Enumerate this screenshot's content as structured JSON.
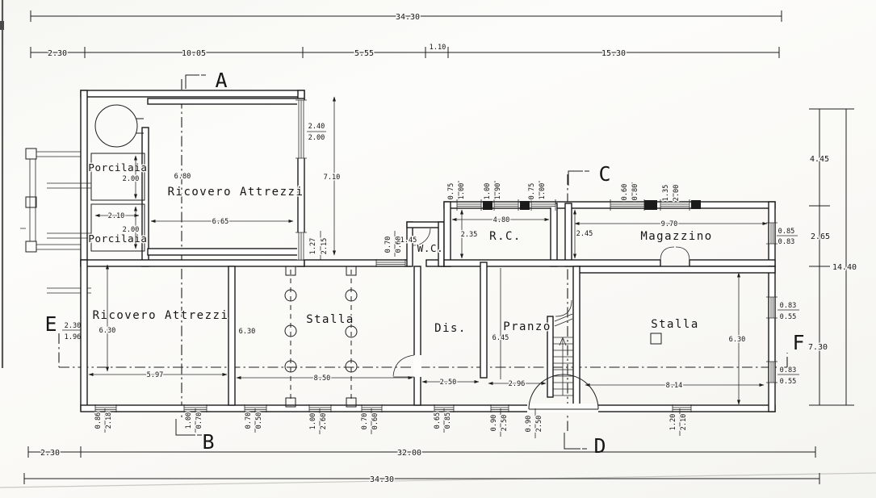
{
  "drawing": {
    "kind": "scanned architectural floor plan",
    "ink": "#1b1b1b",
    "paper": "#faf9f6"
  },
  "sections": {
    "a": "A",
    "b": "B",
    "c": "C",
    "d": "D",
    "e": "E",
    "f": "F",
    "e_dim_top": "2.30",
    "e_dim_bottom": "1.96"
  },
  "rooms": {
    "porcilaia_upper": "Porcilaia",
    "porcilaia_lower": "Porcilaia",
    "ricovero_upper": "Ricovero Attrezzi",
    "ricovero_lower": "Ricovero Attrezzi",
    "stalla_left": "Stalla",
    "stalla_right": "Stalla",
    "dis": "Dis.",
    "pranzo": "Pranzo",
    "rc": "R.C.",
    "wc": "W.C.",
    "magazzino": "Magazzino"
  },
  "dims_top": {
    "total": "34.30",
    "seg1": "2.30",
    "seg2": "10.05",
    "seg3": "5.55",
    "seg4": "1.10",
    "seg5": "15.30"
  },
  "dims_bottom": {
    "seg1": "2.30",
    "inner": "32.00",
    "total": "34.30"
  },
  "dims_right": {
    "seg1": "4.45",
    "seg2": "2.65",
    "seg3": "7.30",
    "total": "14.40"
  },
  "dims_rooms": {
    "porcilaia_upper_h": "2.00",
    "porcilaia_lower_w": "2.10",
    "porcilaia_lower_h": "2.00",
    "ricovero_upper_h": "6.80",
    "ricovero_upper_w": "6.65",
    "left_wall_h": "7.10",
    "wc_w": "1.45",
    "rc_h": "2.35",
    "rc_w": "4.80",
    "corridor_h": "2.45",
    "magazzino_w": "9.70",
    "ricovero_lower_h": "6.30",
    "ricovero_lower_w": "5.97",
    "stalla_left_h": "6.30",
    "stalla_left_w": "8.50",
    "dis_w": "2.50",
    "pranzo_h": "6.45",
    "pranzo_w": "2.96",
    "stalla_right_h": "6.30",
    "stalla_right_w": "8.14"
  },
  "openings": {
    "left_window": {
      "a": "2.40",
      "b": "2.00"
    },
    "left_window2": {
      "a": "1.27",
      "b": "2.15"
    },
    "wc_niche": {
      "a": "0.70",
      "b": "0.60"
    },
    "rc_win1": {
      "a": "0.75",
      "b": "1.00"
    },
    "rc_win2": {
      "a": "1.00",
      "b": "1.90"
    },
    "rc_win3": {
      "a": "0.75",
      "b": "1.00"
    },
    "mag_win1": {
      "a": "0.60",
      "b": "0.80"
    },
    "mag_win2": {
      "a": "1.35",
      "b": "2.00"
    },
    "mag_win_right": {
      "a": "0.85",
      "b": "0.83"
    },
    "stalla_right_win1": {
      "a": "0.83",
      "b": "0.55"
    },
    "stalla_right_win2": {
      "a": "0.83",
      "b": "0.55"
    },
    "bottom_1": {
      "a": "0.86",
      "b": "2.18"
    },
    "bottom_2": {
      "a": "1.00",
      "b": "0.70"
    },
    "bottom_3": {
      "a": "0.70",
      "b": "0.50"
    },
    "bottom_4": {
      "a": "1.00",
      "b": "2.60"
    },
    "bottom_5": {
      "a": "0.70",
      "b": "0.60"
    },
    "bottom_6": {
      "a": "0.65",
      "b": "0.85"
    },
    "bottom_7": {
      "a": "0.90",
      "b": "2.50"
    },
    "bottom_8": {
      "a": "0.90",
      "b": "2.50"
    },
    "bottom_9": {
      "a": "1.20",
      "b": "2.10"
    }
  }
}
